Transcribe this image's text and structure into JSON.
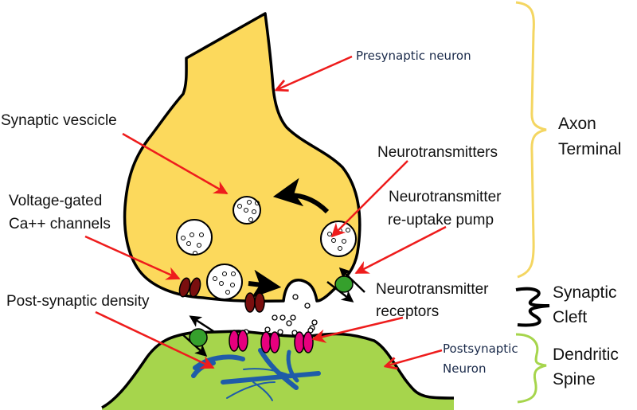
{
  "title": "Synapse anatomy diagram",
  "colors": {
    "presynaptic_fill": "#fcd95c",
    "postsynaptic_fill": "#a6d54c",
    "outline": "#000000",
    "callout_arrow": "#ee1c1c",
    "ca_channel": "#7a0f0f",
    "receptor": "#e6007e",
    "pump": "#35a02c",
    "psd_fibers": "#1f5ca8",
    "vesicle_fill": "#ffffff",
    "brace_axon": "#f4d662",
    "brace_cleft": "#000000",
    "brace_spine": "#a6d54c"
  },
  "labels": {
    "presynaptic_neuron": "Presynaptic neuron",
    "synaptic_vesicle": "Synaptic vescicle",
    "voltage_gated_line1": "Voltage-gated",
    "voltage_gated_line2": "Ca++ channels",
    "post_synaptic_density": "Post-synaptic density",
    "neurotransmitters": "Neurotransmitters",
    "reuptake_line1": "Neurotransmitter",
    "reuptake_line2": "re-uptake pump",
    "receptors_line1": "Neurotransmitter",
    "receptors_line2": "receptors",
    "postsynaptic_line1": "Postsynaptic",
    "postsynaptic_line2": "Neuron"
  },
  "regions": {
    "axon_terminal_line1": "Axon",
    "axon_terminal_line2": "Terminal",
    "synaptic_cleft_line1": "Synaptic",
    "synaptic_cleft_line2": "Cleft",
    "dendritic_spine_line1": "Dendritic",
    "dendritic_spine_line2": "Spine"
  }
}
